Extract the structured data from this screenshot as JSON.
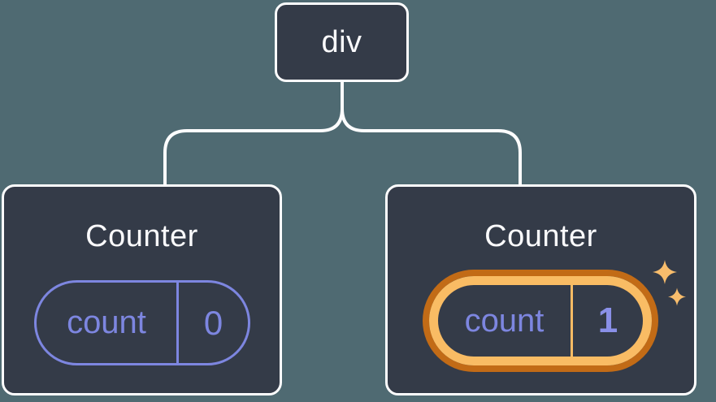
{
  "diagram": {
    "type": "react-component-tree",
    "background_color": "#4F6A72",
    "card_fill": "#343B48",
    "card_border_color": "#FFFFFF",
    "connector_color": "#FFFFFF",
    "state_text_color": "#7D86E0",
    "highlight_ring_outer_color": "#C26B16",
    "highlight_ring_inner_color": "#F9BC64",
    "sparkle_color": "#F8BD6C",
    "root_node": {
      "label": "div"
    },
    "children": [
      {
        "title": "Counter",
        "state_pill": {
          "label": "count",
          "value": "0",
          "highlighted": false
        }
      },
      {
        "title": "Counter",
        "state_pill": {
          "label": "count",
          "value": "1",
          "highlighted": true
        }
      }
    ]
  }
}
